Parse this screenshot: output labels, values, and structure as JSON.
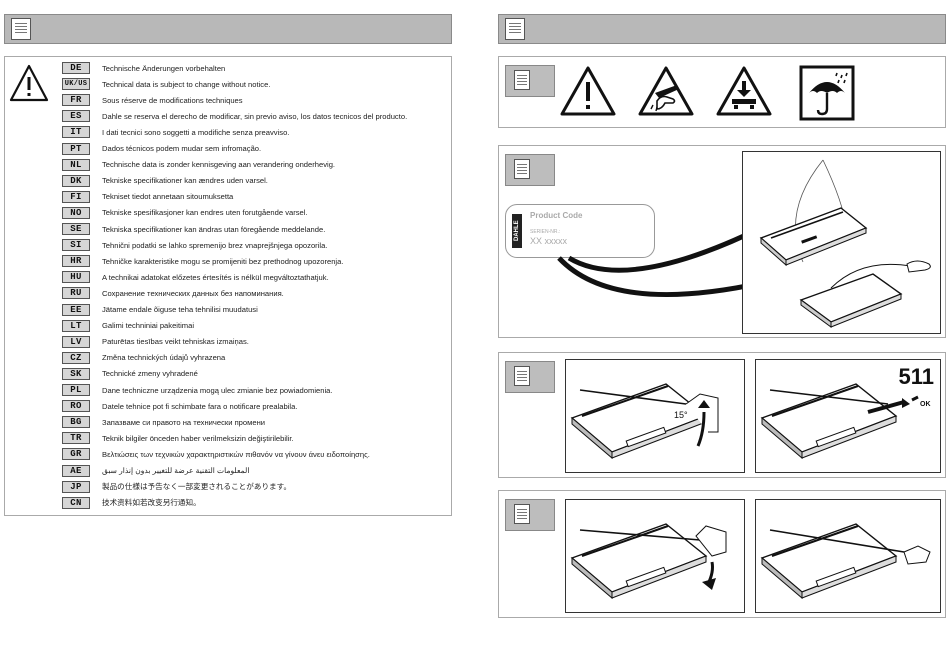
{
  "languages": [
    {
      "code": "DE",
      "text": "Technische Änderungen vorbehalten"
    },
    {
      "code": "UK/US",
      "text": "Technical data is subject to change without notice."
    },
    {
      "code": "FR",
      "text": "Sous réserve de modifications techniques"
    },
    {
      "code": "ES",
      "text": "Dahle se reserva el derecho de modificar, sin previo aviso, los datos tecnicos del producto."
    },
    {
      "code": "IT",
      "text": "I dati tecnici sono soggetti a modifiche senza preavviso."
    },
    {
      "code": "PT",
      "text": "Dados técnicos podem mudar sem infromação."
    },
    {
      "code": "NL",
      "text": "Technische data is zonder kennisgeving aan verandering onderhevig."
    },
    {
      "code": "DK",
      "text": "Tekniske specifikationer kan ændres uden varsel."
    },
    {
      "code": "FI",
      "text": "Tekniset tiedot annetaan sitoumuksetta"
    },
    {
      "code": "NO",
      "text": "Tekniske spesifikasjoner kan endres uten forutgående varsel."
    },
    {
      "code": "SE",
      "text": "Tekniska specifikationer kan ändras utan föregående meddelande."
    },
    {
      "code": "SI",
      "text": "Tehnični podatki se lahko spremenijo brez vnaprejšnjega opozorila."
    },
    {
      "code": "HR",
      "text": "Tehničke karakteristike mogu se promijeniti bez prethodnog upozorenja."
    },
    {
      "code": "HU",
      "text": "A technikai adatokat előzetes értesítés is nélkül megváltoztathatjuk."
    },
    {
      "code": "RU",
      "text": "Сохранение технических данных без напоминания."
    },
    {
      "code": "EE",
      "text": "Jätame endale õiguse teha tehnilisi muudatusi"
    },
    {
      "code": "LT",
      "text": "Galimi techniniai pakeitimai"
    },
    {
      "code": "LV",
      "text": "Paturētas tiesības veikt tehniskas izmaiņas."
    },
    {
      "code": "CZ",
      "text": "Změna technických údajů vyhrazena"
    },
    {
      "code": "SK",
      "text": "Technické zmeny vyhradené"
    },
    {
      "code": "PL",
      "text": "Dane techniczne urządzenia mogą ulec zmianie bez powiadomienia."
    },
    {
      "code": "RO",
      "text": "Datele tehnice pot fi schimbate fara o notificare prealabila."
    },
    {
      "code": "BG",
      "text": "Запазваме си правото на технически промени"
    },
    {
      "code": "TR",
      "text": "Teknik bilgiler önceden haber verilmeksizin değiştirilebilir."
    },
    {
      "code": "GR",
      "text": "Βελτιώσεις των τεχνικών χαρακτηριστικών πιθανόν να γίνουν άνευ ειδοποίησης."
    },
    {
      "code": "AE",
      "text": "المعلومات التقنية عرضة للتغيير بدون إنذار سبق"
    },
    {
      "code": "JP",
      "text": "製品の仕様は予告なく一部変更されることがあります。"
    },
    {
      "code": "CN",
      "text": "技术资料如若改变另行通知。"
    }
  ],
  "product_label": {
    "title": "Product Code",
    "serial_label": "SERIEN-NR.:",
    "serial_value": "XX xxxxx",
    "brand": "DAHLE"
  },
  "model_number": "511",
  "angle_label": "15°",
  "ok_label": "OK"
}
